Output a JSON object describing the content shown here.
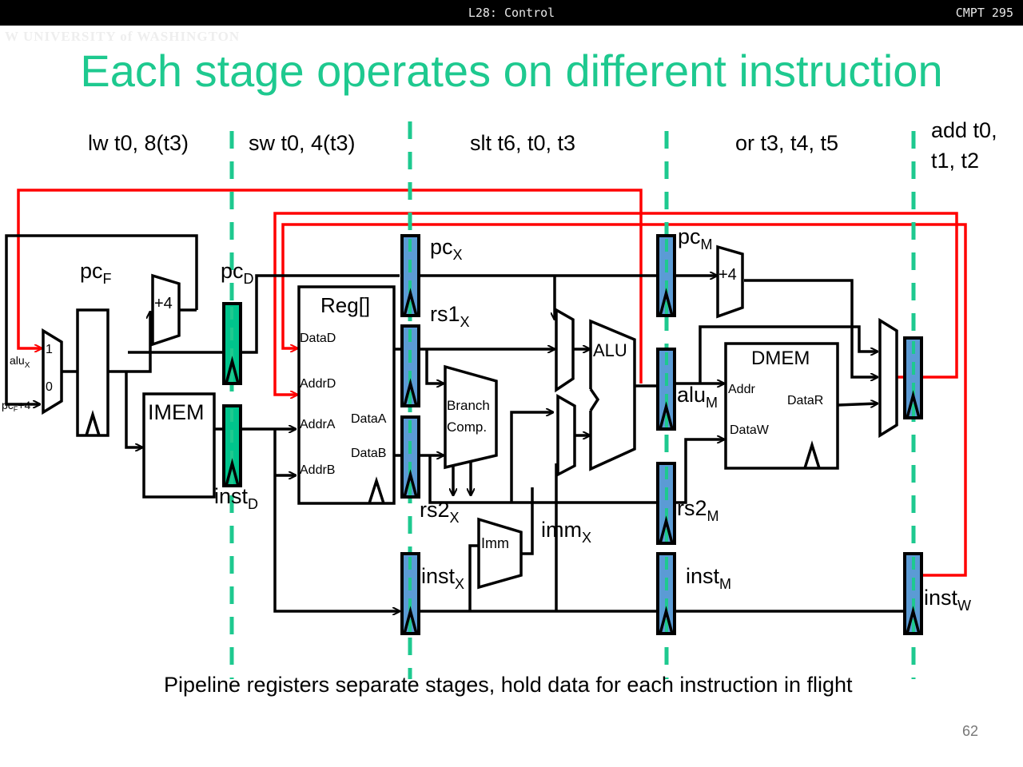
{
  "header": {
    "center": "L28: Control",
    "right": "CMPT 295"
  },
  "logo_text": "W UNIVERSITY of WASHINGTON",
  "title": "Each stage operates on different instruction",
  "stages": [
    "lw t0, 8(t3)",
    "sw t0, 4(t3)",
    "slt t6, t0, t3",
    "or t3, t4, t5",
    "add t0,",
    "t1, t2"
  ],
  "caption": "Pipeline registers separate stages, hold data for each instruction in flight",
  "page_number": "62",
  "colors": {
    "title": "#1ec98f",
    "stage_divider": "#1ec98f",
    "fetch_decode_reg": "#00c48c",
    "pipeline_reg": "#5b9bd5",
    "writeback_wire": "#ff0000"
  },
  "labels": {
    "pcF": "pc",
    "pcF_sub": "F",
    "pcD": "pc",
    "pcD_sub": "D",
    "instD": "inst",
    "instD_sub": "D",
    "pcX": "pc",
    "pcX_sub": "X",
    "rs1X": "rs1",
    "rs1X_sub": "X",
    "rs2X": "rs2",
    "rs2X_sub": "X",
    "immX": "imm",
    "immX_sub": "X",
    "instX": "inst",
    "instX_sub": "X",
    "pcM": "pc",
    "pcM_sub": "M",
    "aluM": "alu",
    "aluM_sub": "M",
    "rs2M": "rs2",
    "rs2M_sub": "M",
    "instM": "inst",
    "instM_sub": "M",
    "instW": "inst",
    "instW_sub": "W",
    "aluX": "alu",
    "aluX_sub": "X",
    "pcF4": "pc",
    "pcF4_sub": "F",
    "pcF4_tail": "+4",
    "mux_in1": "1",
    "mux_in0": "0",
    "plus4": "+4",
    "imem": "IMEM",
    "reg": "Reg[]",
    "dataD": "DataD",
    "addrD": "AddrD",
    "addrA": "AddrA",
    "addrB": "AddrB",
    "dataA": "DataA",
    "dataB": "DataB",
    "branch1": "Branch",
    "branch2": "Comp.",
    "imm": "Imm",
    "alu": "ALU",
    "dmem": "DMEM",
    "addr": "Addr",
    "dataW": "DataW",
    "dataR": "DataR"
  }
}
